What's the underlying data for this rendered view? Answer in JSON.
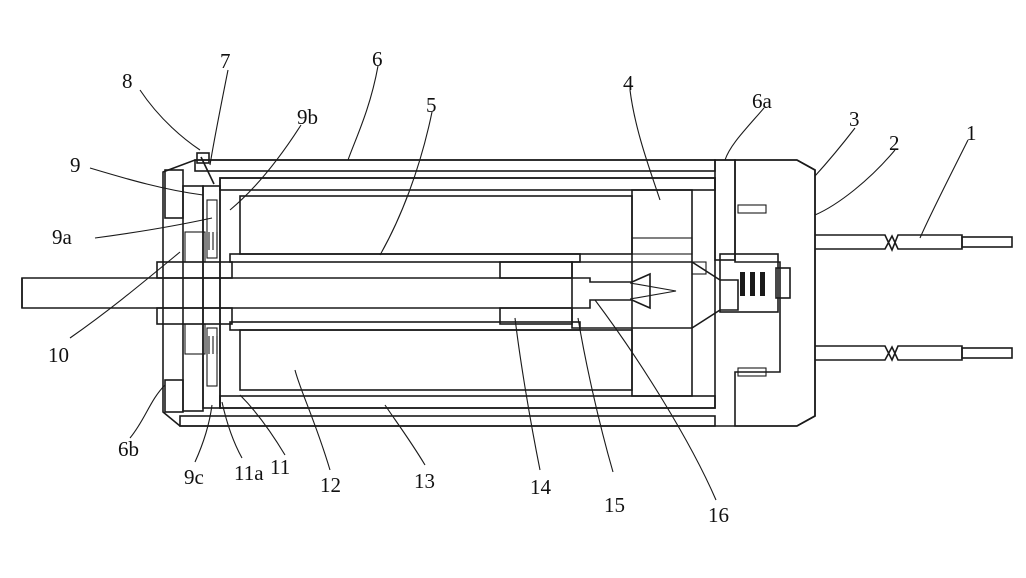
{
  "labels": {
    "l1": "1",
    "l2": "2",
    "l3": "3",
    "l4": "4",
    "l5": "5",
    "l6": "6",
    "l6a": "6a",
    "l6b": "6b",
    "l7": "7",
    "l8": "8",
    "l9": "9",
    "l9a": "9a",
    "l9b": "9b",
    "l9c": "9c",
    "l10": "10",
    "l11a": "11a",
    "l11": "11",
    "l12": "12",
    "l13": "13",
    "l14": "14",
    "l15": "15",
    "l16": "16"
  },
  "colors": {
    "line": "#1a1a1a",
    "background": "#ffffff",
    "stipple": "#555555"
  }
}
